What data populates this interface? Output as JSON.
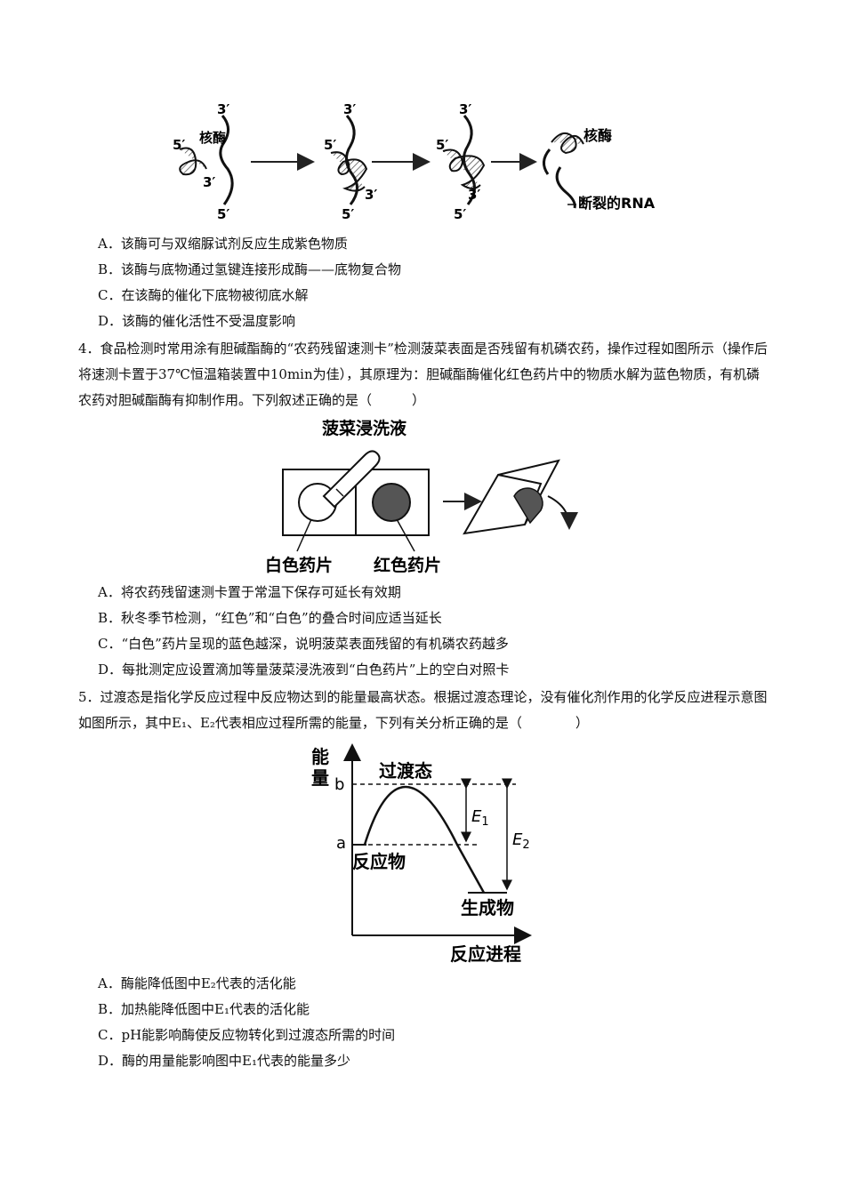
{
  "fig1": {
    "labels": {
      "p3_1": "3′",
      "p5_1": "5′",
      "p3_1b": "3′",
      "p5_1b": "5′",
      "enzyme": "核酶",
      "p3_2": "3′",
      "p5_2": "5′",
      "p3_2b": "3′",
      "p5_2b": "5′",
      "p3_3": "3′",
      "p5_3": "5′",
      "p3_3b": "3′",
      "p5_3b": "5′",
      "enzyme_r": "核酶",
      "rna": "断裂的RNA"
    }
  },
  "q3": {
    "options": [
      "A．该酶可与双缩脲试剂反应生成紫色物质",
      "B．该酶与底物通过氢键连接形成酶——底物复合物",
      "C．在该酶的催化下底物被彻底水解",
      "D．该酶的催化活性不受温度影响"
    ]
  },
  "q4": {
    "stem": "4．食品检测时常用涂有胆碱酯酶的“农药残留速测卡”检测菠菜表面是否残留有机磷农药，操作过程如图所示（操作后将速测卡置于37℃恒温箱装置中10min为佳），其原理为：胆碱酯酶催化红色药片中的物质水解为蓝色物质，有机磷农药对胆碱酯酶有抑制作用。下列叙述正确的是（　　　）",
    "fig": {
      "title": "菠菜浸洗液",
      "white": "白色药片",
      "red": "红色药片"
    },
    "options": [
      "A．将农药残留速测卡置于常温下保存可延长有效期",
      "B．秋冬季节检测，“红色”和“白色”的叠合时间应适当延长",
      "C．“白色”药片呈现的蓝色越深，说明菠菜表面残留的有机磷农药越多",
      "D．每批测定应设置滴加等量菠菜浸洗液到“白色药片”上的空白对照卡"
    ]
  },
  "q5": {
    "stem": "5．过渡态是指化学反应过程中反应物达到的能量最高状态。根据过渡态理论，没有催化剂作用的化学反应进程示意图如图所示，其中E₁、E₂代表相应过程所需的能量，下列有关分析正确的是（　　　　）",
    "fig": {
      "ylabel_1": "能",
      "ylabel_2": "量",
      "b": "b",
      "a": "a",
      "transition": "过渡态",
      "reactant": "反应物",
      "product": "生成物",
      "E1": "E",
      "E1_sub": "1",
      "E2": "E",
      "E2_sub": "2",
      "xlabel": "反应进程"
    },
    "options": [
      "A．酶能降低图中E₂代表的活化能",
      "B．加热能降低图中E₁代表的活化能",
      "C．pH能影响酶使反应物转化到过渡态所需的时间",
      "D．酶的用量能影响图中E₁代表的能量多少"
    ]
  }
}
